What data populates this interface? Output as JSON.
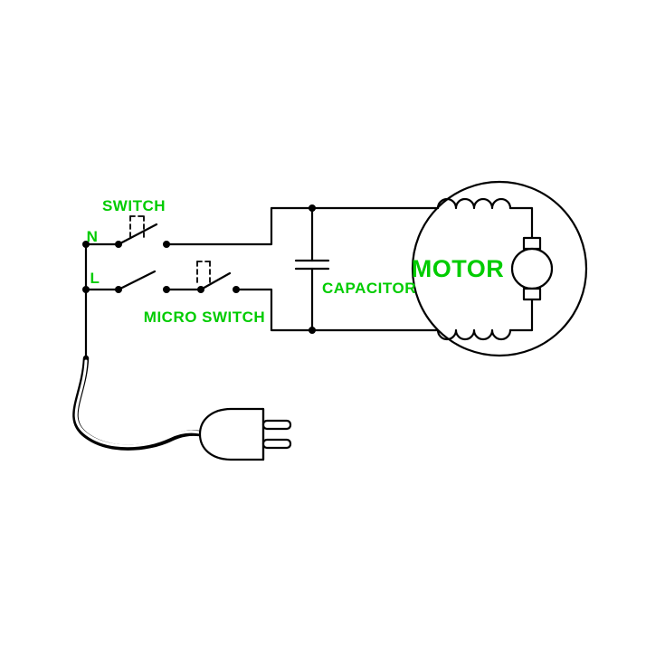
{
  "diagram": {
    "type": "circuit-schematic",
    "background": "#ffffff",
    "colors": {
      "label": "#00cc00",
      "wire": "#000000"
    },
    "labels": {
      "switch": "SWITCH",
      "neutral": "N",
      "live": "L",
      "micro_switch": "MICRO SWITCH",
      "capacitor": "CAPACITOR",
      "motor": "MOTOR"
    }
  }
}
